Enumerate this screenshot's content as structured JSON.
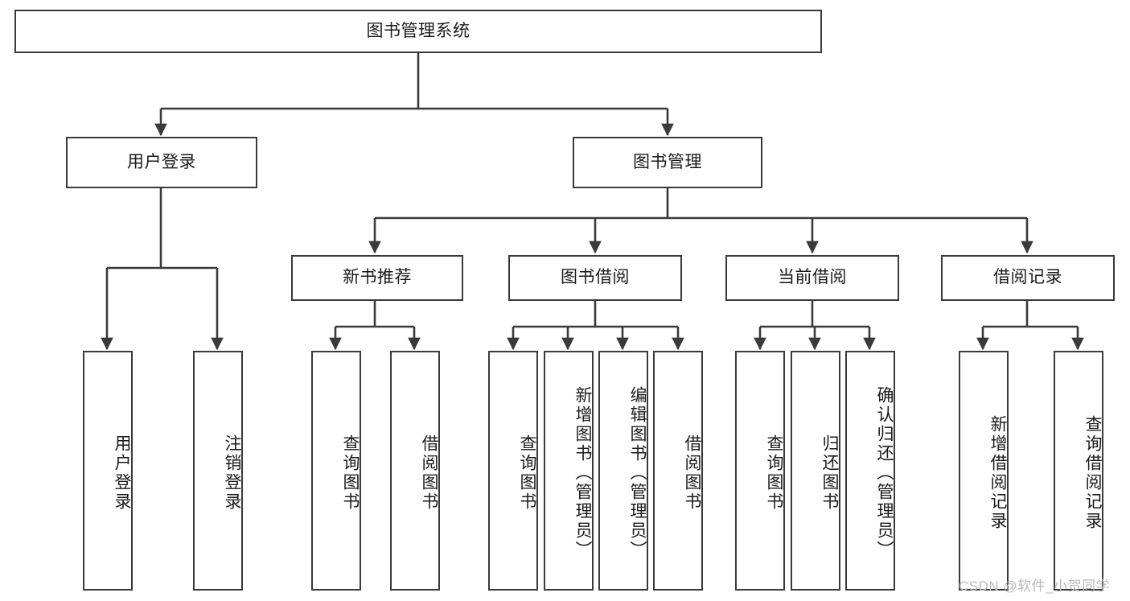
{
  "diagram": {
    "title": "图书管理系统",
    "type": "hierarchy-tree",
    "watermark": "CSDN @软件_小贺同学",
    "colors": {
      "stroke": "#3a3a3a",
      "fill": "#ffffff",
      "text": "#1a1a1a",
      "watermark": "#b9b9b9"
    },
    "nodes": {
      "root": {
        "label": "图书管理系统",
        "level": 0,
        "orientation": "horizontal"
      },
      "l1": [
        {
          "id": "user-login",
          "label": "用户登录",
          "level": 1,
          "orientation": "horizontal"
        },
        {
          "id": "book-manage",
          "label": "图书管理",
          "level": 1,
          "orientation": "horizontal"
        }
      ],
      "l2": [
        {
          "id": "new-book-rec",
          "label": "新书推荐",
          "level": 2,
          "orientation": "horizontal",
          "parent": "book-manage"
        },
        {
          "id": "book-borrow",
          "label": "图书借阅",
          "level": 2,
          "orientation": "horizontal",
          "parent": "book-manage"
        },
        {
          "id": "current-borrow",
          "label": "当前借阅",
          "level": 2,
          "orientation": "horizontal",
          "parent": "book-manage"
        },
        {
          "id": "borrow-record",
          "label": "借阅记录",
          "level": 2,
          "orientation": "horizontal",
          "parent": "book-manage"
        }
      ],
      "leaves": [
        {
          "id": "leaf-user-login",
          "label": "用户登录",
          "parent": "user-login",
          "orientation": "vertical"
        },
        {
          "id": "leaf-user-logout",
          "label": "注销登录",
          "parent": "user-login",
          "orientation": "vertical"
        },
        {
          "id": "leaf-query-book-rec",
          "label": "查询图书",
          "parent": "new-book-rec",
          "orientation": "vertical"
        },
        {
          "id": "leaf-borrow-book-rec",
          "label": "借阅图书",
          "parent": "new-book-rec",
          "orientation": "vertical"
        },
        {
          "id": "leaf-query-book-borrow",
          "label": "查询图书",
          "parent": "book-borrow",
          "orientation": "vertical"
        },
        {
          "id": "leaf-add-book",
          "label": "新增图书（管理员）",
          "parent": "book-borrow",
          "orientation": "vertical"
        },
        {
          "id": "leaf-edit-book",
          "label": "编辑图书（管理员）",
          "parent": "book-borrow",
          "orientation": "vertical"
        },
        {
          "id": "leaf-borrow-book",
          "label": "借阅图书",
          "parent": "book-borrow",
          "orientation": "vertical"
        },
        {
          "id": "leaf-query-book-cur",
          "label": "查询图书",
          "parent": "current-borrow",
          "orientation": "vertical"
        },
        {
          "id": "leaf-return-book",
          "label": "归还图书",
          "parent": "current-borrow",
          "orientation": "vertical"
        },
        {
          "id": "leaf-confirm-return",
          "label": "确认归还（管理员）",
          "parent": "current-borrow",
          "orientation": "vertical"
        },
        {
          "id": "leaf-add-record",
          "label": "新增借阅记录",
          "parent": "borrow-record",
          "orientation": "vertical"
        },
        {
          "id": "leaf-query-record",
          "label": "查询借阅记录",
          "parent": "borrow-record",
          "orientation": "vertical"
        }
      ]
    }
  }
}
